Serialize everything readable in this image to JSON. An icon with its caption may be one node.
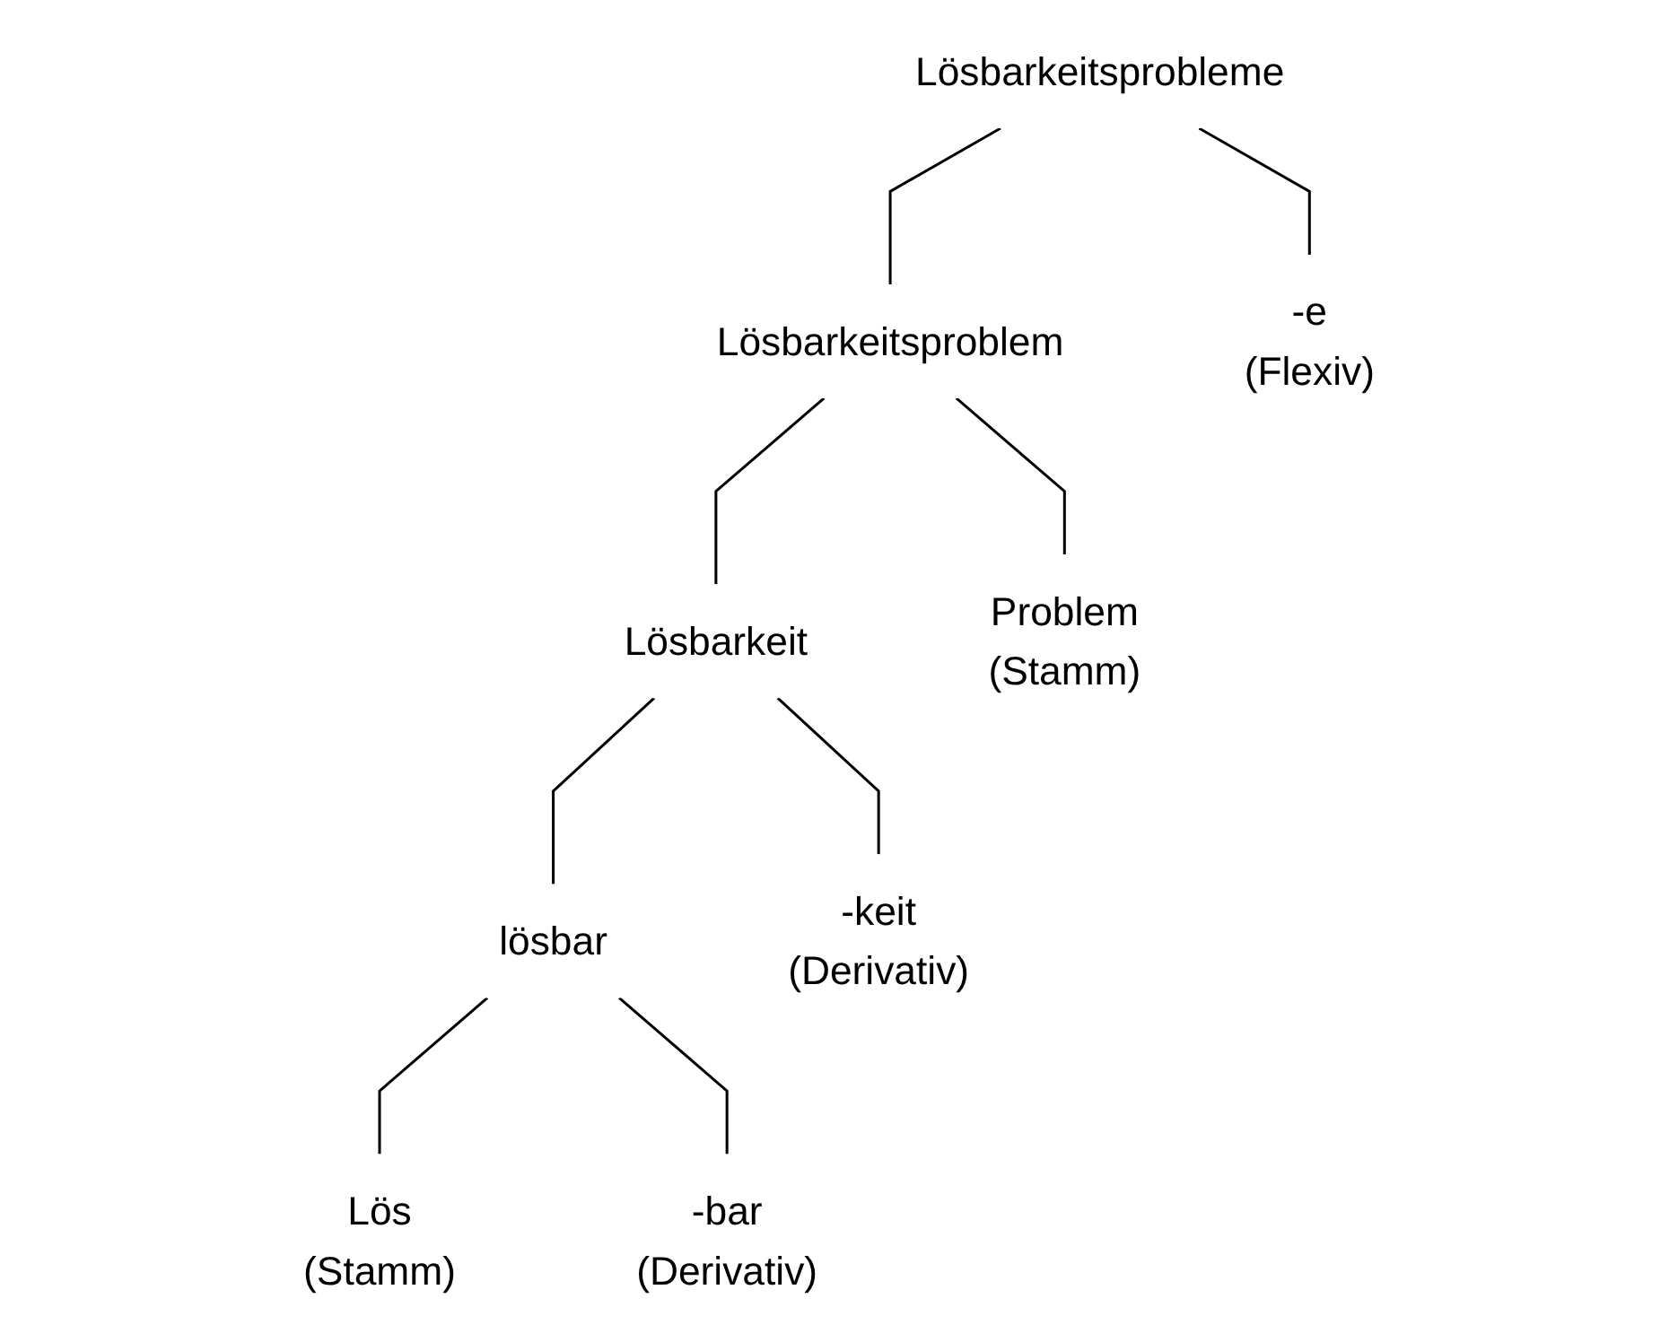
{
  "diagram": {
    "nodes": [
      {
        "text": [
          "Lösbarkeitsprobleme"
        ]
      },
      {
        "text": [
          "Lösbarkeitsproblem"
        ]
      },
      {
        "text": [
          "-e",
          "(Flexiv)"
        ]
      },
      {
        "text": [
          "Lösbarkeit"
        ]
      },
      {
        "text": [
          "Problem",
          "(Stamm)"
        ]
      },
      {
        "text": [
          "lösbar"
        ]
      },
      {
        "text": [
          "-keit",
          "(Derivativ)"
        ]
      },
      {
        "text": [
          "Lös",
          "(Stamm)"
        ]
      },
      {
        "text": [
          "-bar",
          "(Derivativ)"
        ]
      }
    ],
    "edges": [
      {
        "from": 0,
        "to": 1,
        "arrow": "none"
      },
      {
        "from": 0,
        "to": 2,
        "arrow": "none"
      },
      {
        "from": 1,
        "to": 3,
        "arrow": "none"
      },
      {
        "from": 1,
        "to": 4,
        "arrow": "none"
      },
      {
        "from": 3,
        "to": 5,
        "arrow": "none"
      },
      {
        "from": 3,
        "to": 6,
        "arrow": "none"
      },
      {
        "from": 5,
        "to": 7,
        "arrow": "none"
      },
      {
        "from": 5,
        "to": 8,
        "arrow": "none"
      }
    ]
  }
}
